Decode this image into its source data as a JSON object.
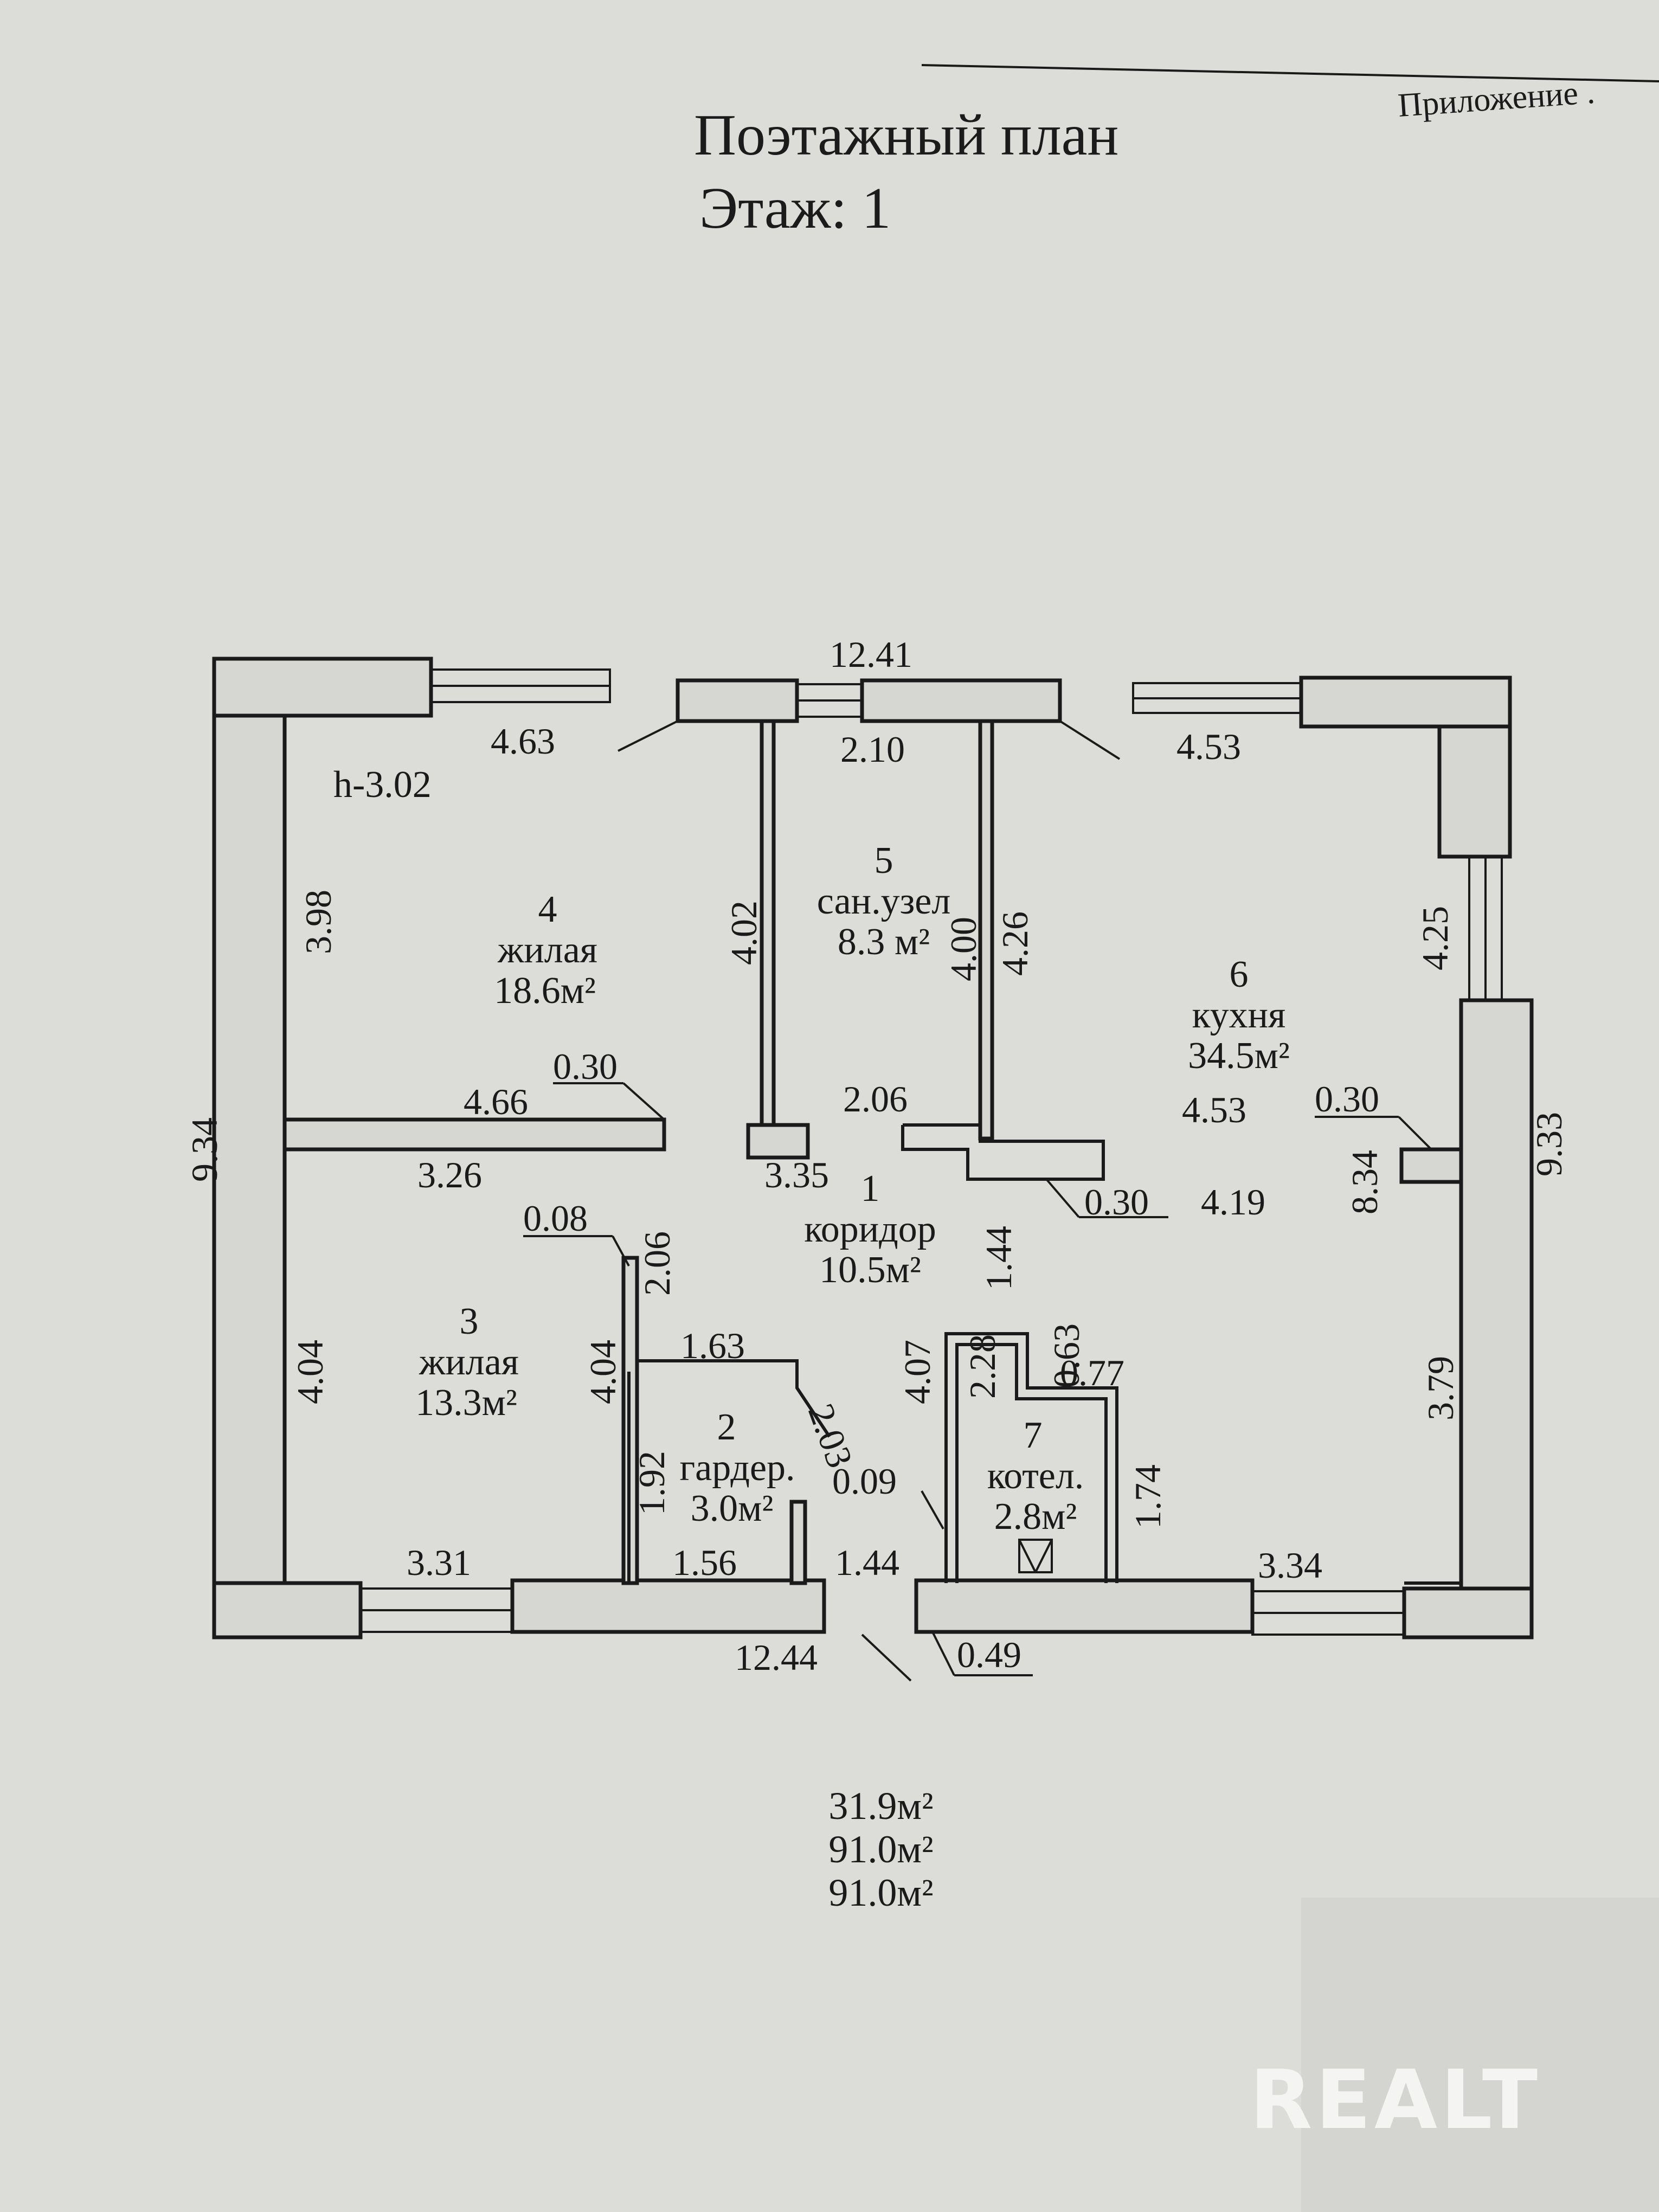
{
  "header": {
    "title": "Поэтажный план",
    "floor": "Этаж: 1",
    "appendix": "Приложение ."
  },
  "ceiling_height": "h-3.02",
  "rooms": [
    {
      "num": "1",
      "name": "коридор",
      "area": "10.5м²"
    },
    {
      "num": "2",
      "name": "гардер.",
      "area": "3.0м²"
    },
    {
      "num": "3",
      "name": "жилая",
      "area": "13.3м²"
    },
    {
      "num": "4",
      "name": "жилая",
      "area": "18.6м²"
    },
    {
      "num": "5",
      "name": "сан.узел",
      "area": "8.3 м²"
    },
    {
      "num": "6",
      "name": "кухня",
      "area": "34.5м²"
    },
    {
      "num": "7",
      "name": "котел.",
      "area": "2.8м²"
    }
  ],
  "dims": {
    "top_total": "12.41",
    "bottom_total": "12.44",
    "left_total": "9.34",
    "right_total": "9.33",
    "r4_width": "4.63",
    "r5_width": "2.10",
    "r6_width": "4.53",
    "r4_height": "3.98",
    "r5_left": "4.02",
    "r5_right_a": "4.00",
    "r5_right_b": "4.26",
    "r6_right": "4.25",
    "r4_bottom": "4.66",
    "niche_left": "0.30",
    "r3_top": "3.26",
    "corr_a": "3.35",
    "corr_b": "2.06",
    "kitchen_a": "4.53",
    "niche_right": "0.30",
    "ledge": "0.30",
    "kitchen_b": "4.19",
    "kitchen_h": "8.34",
    "wall_t": "0.08",
    "r3_pass": "2.06",
    "corr_h": "1.44",
    "r3_left": "4.04",
    "r3_right": "4.04",
    "r2_top": "1.63",
    "corr_v": "4.07",
    "r7_a": "2.28",
    "r7_b": "0.63",
    "r7_c": "0.77",
    "r6_low": "3.79",
    "r2_h": "1.92",
    "r2_diag": "2.03",
    "r7_wall": "0.09",
    "r7_h": "1.74",
    "r3_bottom": "3.31",
    "r2_bottom": "1.56",
    "door": "1.44",
    "r7_bottom": "3.34",
    "entry": "0.49"
  },
  "totals": [
    "31.9м²",
    "91.0м²",
    "91.0м²"
  ],
  "watermark": "REALT",
  "colors": {
    "paper": "#dcdcd8",
    "ink": "#1a1a1a",
    "wall_fill": "#d6d6d2"
  }
}
